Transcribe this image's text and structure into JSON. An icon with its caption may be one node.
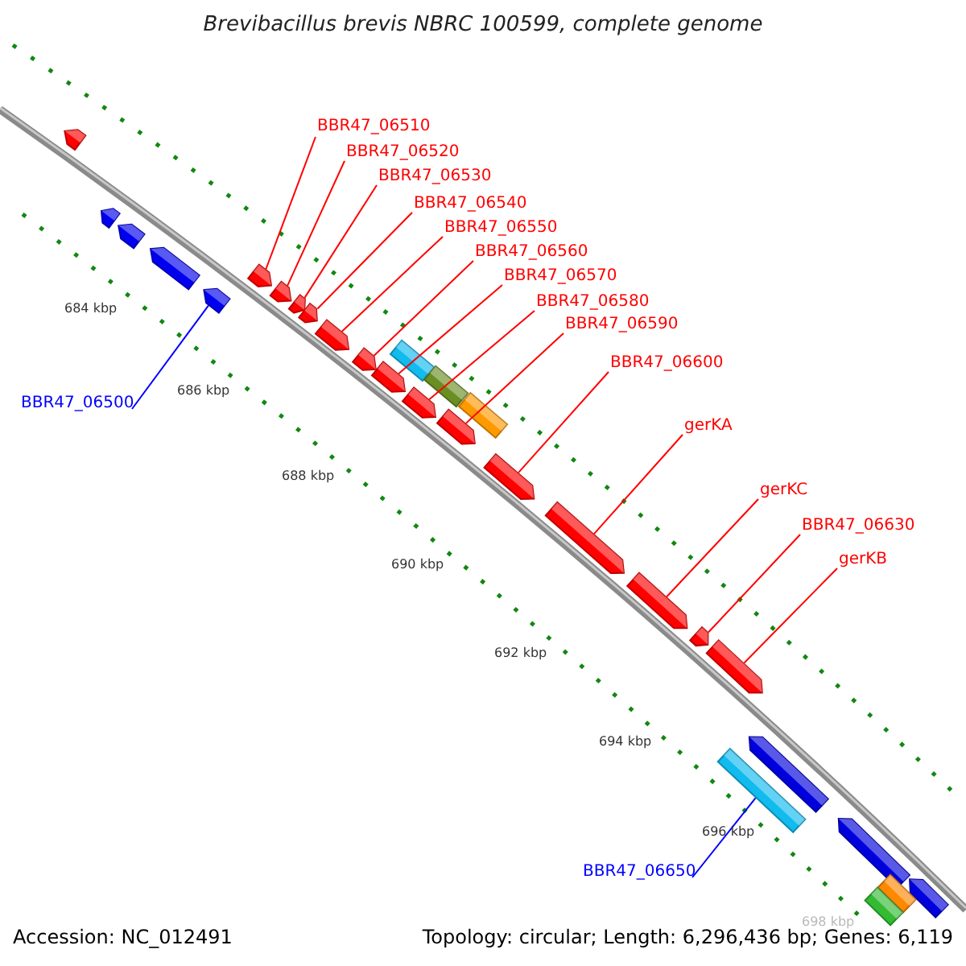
{
  "diagram": {
    "title": "Brevibacillus brevis NBRC 100599, complete genome",
    "nodes": [
      {
        "text": [
          "BBR47_06510"
        ]
      },
      {
        "text": [
          "BBR47_06520"
        ]
      },
      {
        "text": [
          "BBR47_06530"
        ]
      },
      {
        "text": [
          "BBR47_06540"
        ]
      },
      {
        "text": [
          "BBR47_06550"
        ]
      },
      {
        "text": [
          "BBR47_06560"
        ]
      },
      {
        "text": [
          "BBR47_06570"
        ]
      },
      {
        "text": [
          "BBR47_06580"
        ]
      },
      {
        "text": [
          "BBR47_06590"
        ]
      },
      {
        "text": [
          "BBR47_06600"
        ]
      },
      {
        "text": [
          "gerKA"
        ]
      },
      {
        "text": [
          "gerKC"
        ]
      },
      {
        "text": [
          "BBR47_06630"
        ]
      },
      {
        "text": [
          "gerKB"
        ]
      },
      {
        "text": [
          "BBR47_06500"
        ]
      },
      {
        "text": [
          "BBR47_06650"
        ]
      },
      {
        "text": [],
        "shape": "pentagon"
      },
      {
        "text": [],
        "shape": "pentagon"
      },
      {
        "text": [],
        "shape": "pentagon"
      },
      {
        "text": [],
        "shape": "pentagon"
      },
      {
        "text": [],
        "shape": "pentagon"
      },
      {
        "text": [],
        "shape": "pentagon"
      },
      {
        "text": [],
        "shape": "pentagon"
      },
      {
        "text": [],
        "shape": "pentagon"
      },
      {
        "text": [],
        "shape": "pentagon"
      },
      {
        "text": [],
        "shape": "pentagon"
      },
      {
        "text": [],
        "shape": "pentagon"
      },
      {
        "text": [],
        "shape": "pentagon"
      },
      {
        "text": [],
        "shape": "pentagon"
      },
      {
        "text": [],
        "shape": "pentagon"
      },
      {
        "text": [],
        "shape": "pentagon"
      },
      {
        "text": [],
        "shape": "pentagon"
      },
      {
        "text": [],
        "shape": "pentagon"
      },
      {
        "text": [],
        "shape": "pentagon"
      },
      {
        "text": [],
        "shape": "pentagon"
      },
      {
        "text": [],
        "shape": "pentagon"
      },
      {
        "text": [],
        "shape": "pentagon"
      },
      {
        "text": [],
        "shape": "pentagon"
      },
      {
        "text": [],
        "shape": "pentagon"
      },
      {
        "text": [],
        "shape": "pentagon"
      },
      {
        "text": [],
        "shape": "pentagon"
      },
      {
        "text": [],
        "shape": "pentagon"
      },
      {
        "text": [],
        "shape": "pentagon"
      },
      {
        "text": [],
        "shape": "pentagon"
      }
    ],
    "edges": [
      {
        "from": 0,
        "to": 21,
        "arrow": "none"
      },
      {
        "from": 1,
        "to": 22,
        "arrow": "none"
      },
      {
        "from": 2,
        "to": 23,
        "arrow": "none"
      },
      {
        "from": 3,
        "to": 24,
        "arrow": "none"
      },
      {
        "from": 4,
        "to": 25,
        "arrow": "none"
      },
      {
        "from": 5,
        "to": 26,
        "arrow": "none"
      },
      {
        "from": 6,
        "to": 27,
        "arrow": "none"
      },
      {
        "from": 7,
        "to": 28,
        "arrow": "none"
      },
      {
        "from": 8,
        "to": 29,
        "arrow": "none"
      },
      {
        "from": 9,
        "to": 30,
        "arrow": "none"
      },
      {
        "from": 10,
        "to": 31,
        "arrow": "none"
      },
      {
        "from": 11,
        "to": 32,
        "arrow": "none"
      },
      {
        "from": 12,
        "to": 33,
        "arrow": "none"
      },
      {
        "from": 13,
        "to": 34,
        "arrow": "none"
      },
      {
        "from": 14,
        "to": 20,
        "arrow": "none",
        "color": "#0000ff"
      },
      {
        "from": 15,
        "to": 39,
        "arrow": "none",
        "color": "#0000ff"
      }
    ],
    "labels": [
      "684 kbp",
      "686 kbp",
      "688 kbp",
      "690 kbp",
      "692 kbp",
      "694 kbp",
      "696 kbp",
      "698 kbp",
      "Accession: NC_012491",
      "Topology: circular; Length: 6,296,436 bp; Genes: 6,119"
    ]
  }
}
